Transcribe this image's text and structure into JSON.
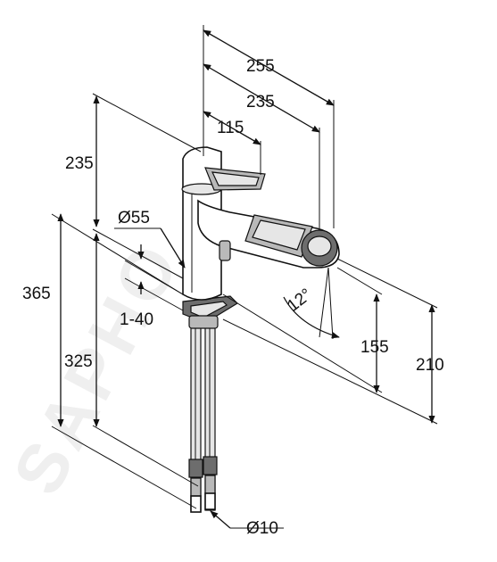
{
  "watermark": "SAPHO",
  "dimensions": {
    "d255": "255",
    "d235_top": "235",
    "d115": "115",
    "d235_left": "235",
    "d55": "Ø55",
    "d365": "365",
    "d1_40": "1-40",
    "d325": "325",
    "d12": "12°",
    "d155": "155",
    "d210": "210",
    "d10": "Ø10"
  }
}
